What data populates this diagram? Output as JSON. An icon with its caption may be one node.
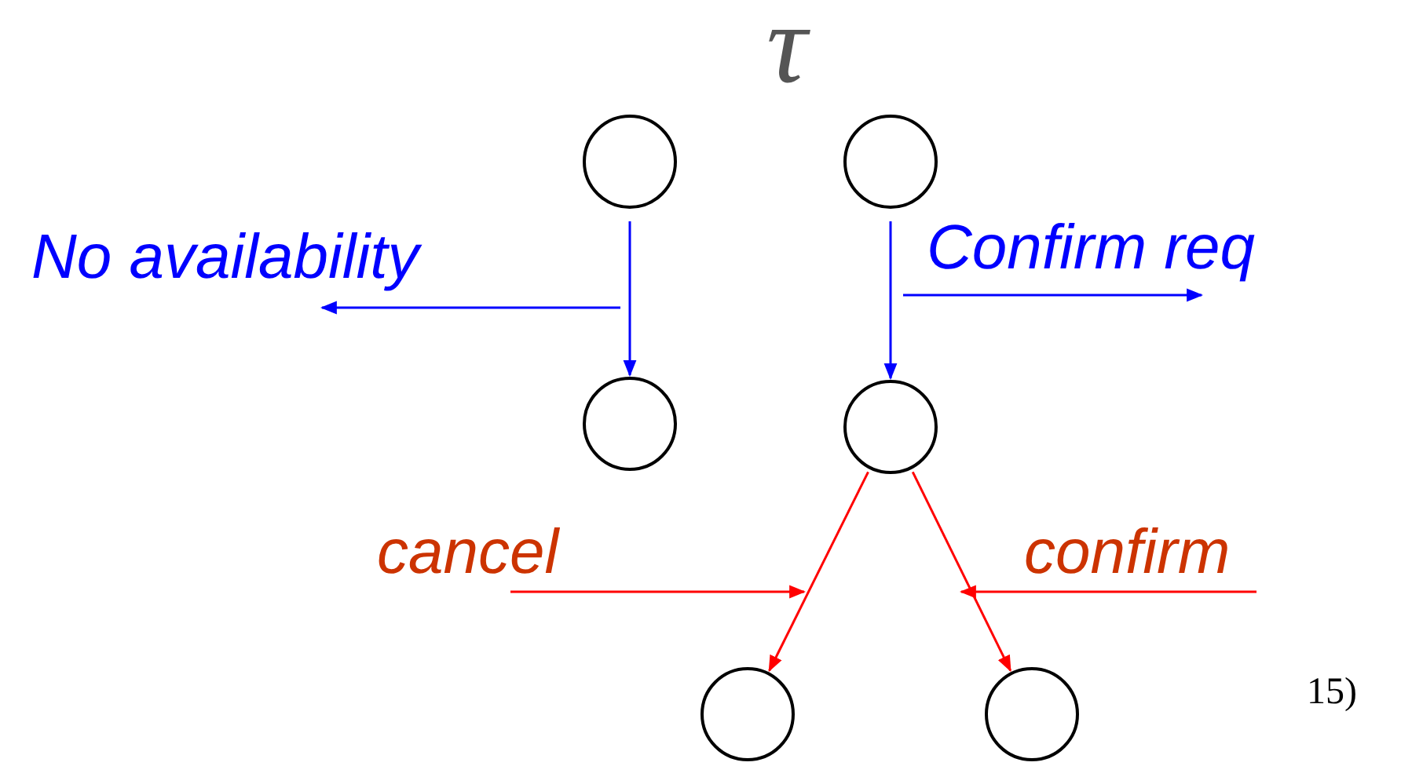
{
  "diagram": {
    "title": "τ",
    "nodes": [
      {
        "text": [],
        "shape": "circle"
      },
      {
        "text": [],
        "shape": "circle"
      },
      {
        "text": [],
        "shape": "circle"
      },
      {
        "text": [],
        "shape": "circle"
      },
      {
        "text": [],
        "shape": "circle"
      },
      {
        "text": [],
        "shape": "circle"
      }
    ],
    "edges": [
      {
        "from": 0,
        "to": 2,
        "arrow": "to",
        "color": "#0000ff"
      },
      {
        "from": 1,
        "to": 3,
        "arrow": "to",
        "color": "#0000ff"
      },
      {
        "from": 3,
        "to": 4,
        "arrow": "to",
        "color": "#ff0000"
      },
      {
        "from": 3,
        "to": 5,
        "arrow": "to",
        "color": "#ff0000"
      }
    ],
    "labels": [
      "No availability",
      "Confirm req",
      "cancel",
      "confirm",
      "15)"
    ]
  }
}
